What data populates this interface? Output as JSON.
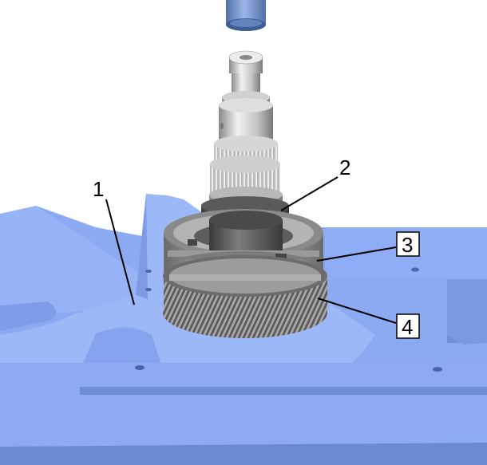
{
  "callouts": [
    {
      "id": "1",
      "label": "1",
      "boxed": false
    },
    {
      "id": "2",
      "label": "2",
      "boxed": false
    },
    {
      "id": "3",
      "label": "3",
      "boxed": true
    },
    {
      "id": "4",
      "label": "4",
      "boxed": true
    }
  ],
  "colors": {
    "fixture_plate": "#8aa8f0",
    "fixture_plate_dark": "#6f8fd8",
    "fixture_plate_shadow": "#5b79c2",
    "press_ram": "#6f8fc6",
    "shaft_light": "#e2e2e2",
    "shaft_mid": "#b8b8b8",
    "shaft_dark": "#7a7a7a",
    "gear_dark": "#4a4a4a"
  }
}
